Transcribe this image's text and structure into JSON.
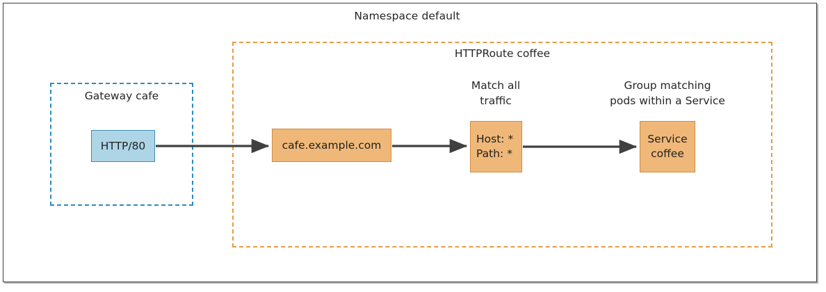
{
  "diagram": {
    "namespace": {
      "title": "Namespace default"
    },
    "gateway": {
      "title": "Gateway cafe"
    },
    "httproute": {
      "title": "HTTPRoute coffee"
    },
    "nodes": [
      {
        "id": "listener",
        "label": "HTTP/80",
        "color": "#aed5e6",
        "border": "#3d8fb3"
      },
      {
        "id": "hostname",
        "label": "cafe.example.com",
        "color": "#f0b878",
        "border": "#d08b3f"
      },
      {
        "id": "match",
        "line1": "Host: *",
        "line2": "Path: *",
        "color": "#f0b878",
        "border": "#d08b3f"
      },
      {
        "id": "service",
        "line1": "Service",
        "line2": "coffee",
        "color": "#f0b878",
        "border": "#d08b3f"
      }
    ],
    "captions": [
      {
        "id": "match-caption",
        "line1": "Match all",
        "line2": "traffic"
      },
      {
        "id": "service-caption",
        "line1": "Group matching",
        "line2": "pods within a Service"
      }
    ],
    "colors": {
      "frame_border": "#3b3b3b",
      "gateway_dash": "#2b8cbe",
      "route_dash": "#e79b45",
      "arrow": "#404040",
      "blue_fill": "#aed5e6",
      "orange_fill": "#f0b878",
      "text": "#262626"
    }
  }
}
